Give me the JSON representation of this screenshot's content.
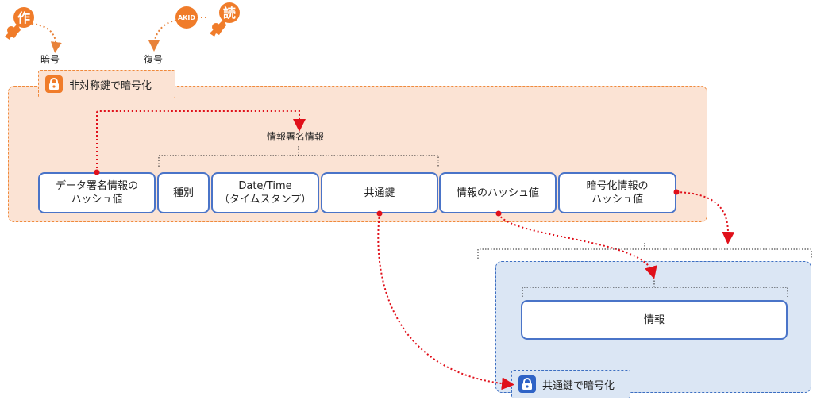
{
  "icons": {
    "key_left_badge": "作",
    "key_right_badge": "読",
    "akid_badge": "AKID"
  },
  "labels": {
    "encrypt": "暗号",
    "decrypt": "復号",
    "asym_encrypt": "非対称鍵で暗号化",
    "signature_info": "情報署名情報",
    "common_key_encrypt": "共通鍵で暗号化"
  },
  "boxes": {
    "data_hash": "データ署名情報の\nハッシュ値",
    "kind": "種別",
    "datetime": "Date/Time\n（タイムスタンプ）",
    "common_key": "共通鍵",
    "info_hash": "情報のハッシュ値",
    "enc_info_hash": "暗号化情報の\nハッシュ値",
    "info": "情報"
  },
  "colors": {
    "orange_accent": "#f07c2a",
    "orange_fill": "#fbe3d4",
    "blue_accent": "#3d6fc2",
    "blue_fill": "#dbe6f4",
    "arrow_red": "#e0101a"
  }
}
